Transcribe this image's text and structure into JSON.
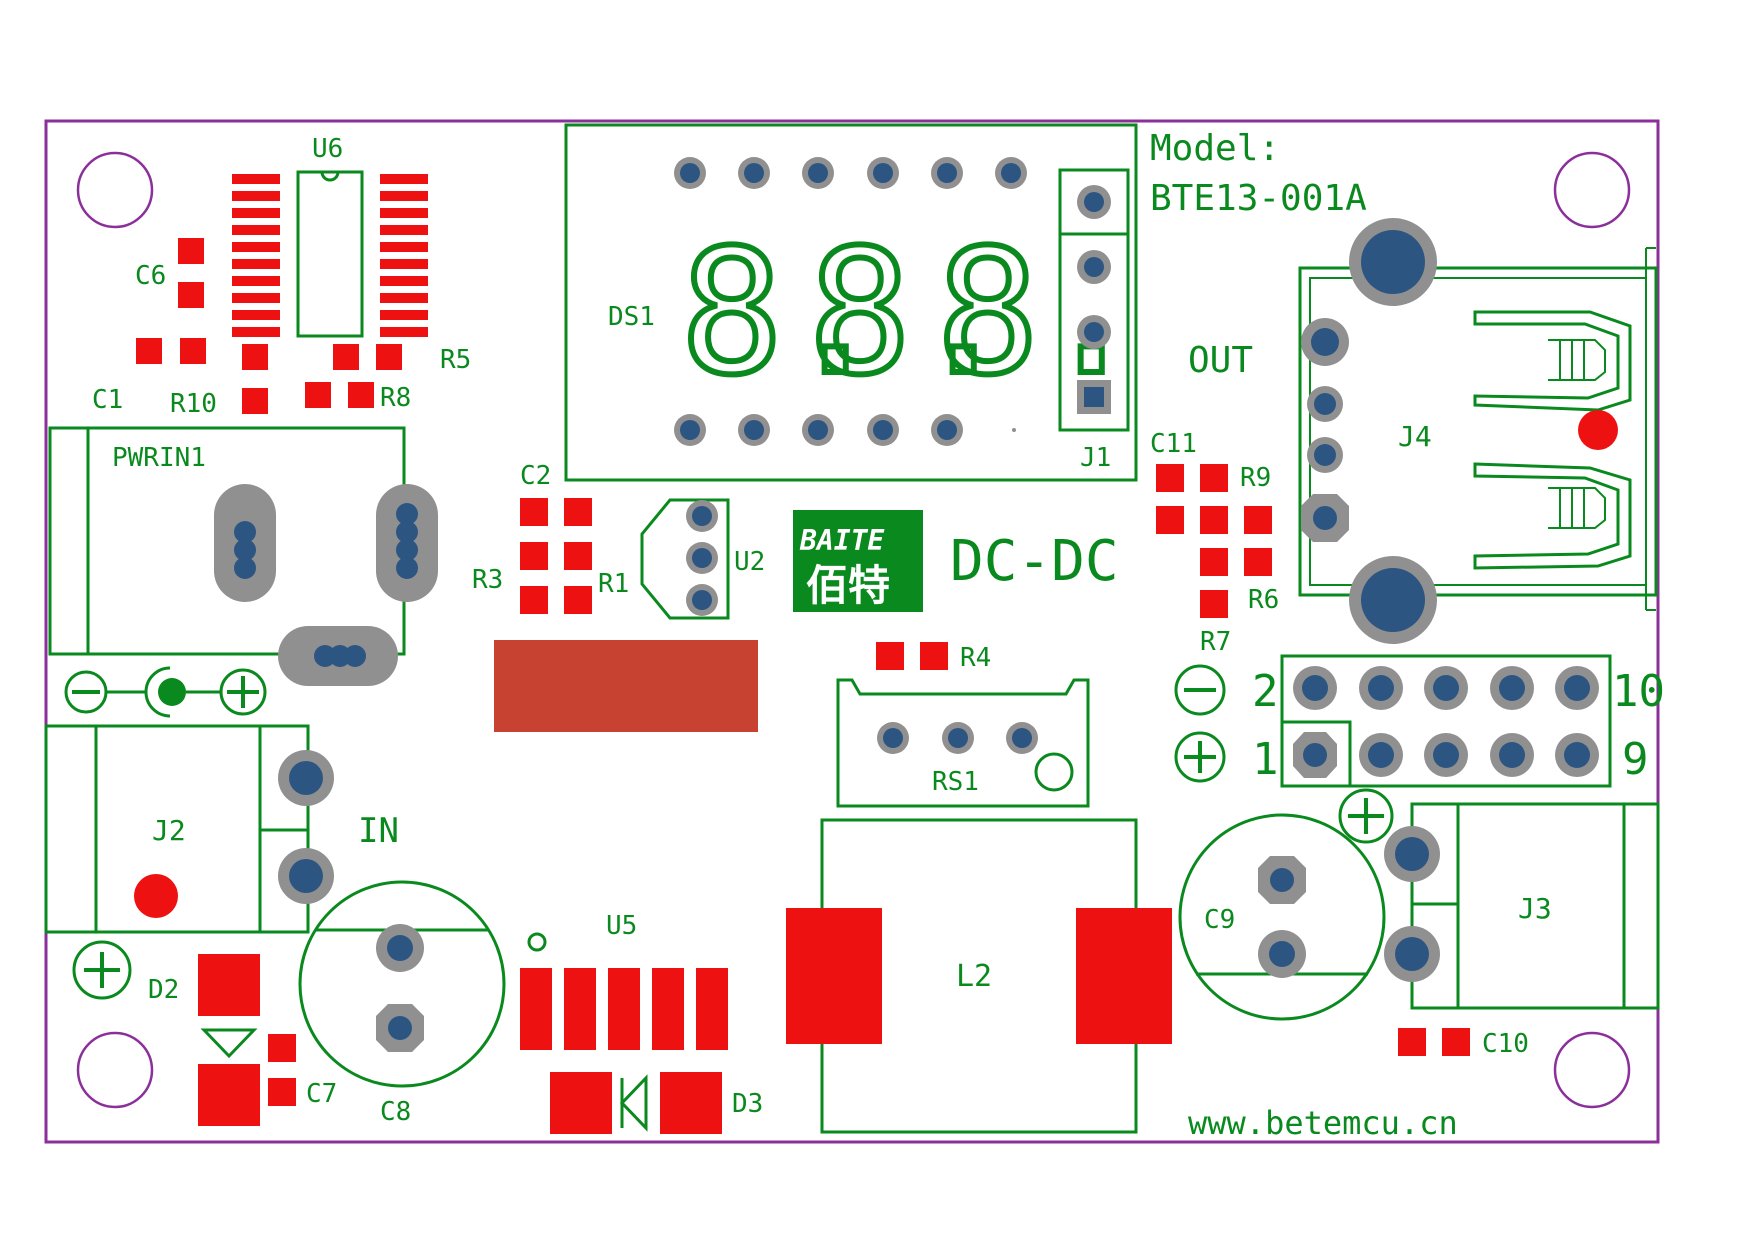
{
  "colors": {
    "outline": "#8b2f9b",
    "silk": "#0a8a1e",
    "pad": "#ee1111",
    "via": "#909090",
    "hole": "#2d5582",
    "block": "#c84232"
  },
  "board": {
    "model_label": "Model:",
    "model_value": "BTE13-001A",
    "dcdc_label": "DC-DC",
    "website": "www.betemcu.cn",
    "out_label": "OUT",
    "in_label": "IN",
    "logo_top": "BAITE",
    "logo_bottom": "佰特"
  },
  "display": {
    "digits": [
      "8.",
      "8.",
      "8."
    ]
  },
  "designators": {
    "U6": "U6",
    "C6": "C6",
    "C1": "C1",
    "R10": "R10",
    "R5": "R5",
    "R8": "R8",
    "DS1": "DS1",
    "J1": "J1",
    "J4": "J4",
    "C11": "C11",
    "R9": "R9",
    "R6": "R6",
    "R7": "R7",
    "PWRIN1": "PWRIN1",
    "C2": "C2",
    "R3": "R3",
    "R1": "R1",
    "U2": "U2",
    "R4": "R4",
    "RS1": "RS1",
    "J2": "J2",
    "D2": "D2",
    "C7": "C7",
    "C8": "C8",
    "U5": "U5",
    "D3": "D3",
    "L2": "L2",
    "C9": "C9",
    "J3": "J3",
    "C10": "C10"
  },
  "header_pins": {
    "top_left": "2",
    "top_right": "10",
    "bottom_left": "1",
    "bottom_right": "9"
  },
  "symbols": {
    "minus": "−",
    "plus": "+"
  }
}
